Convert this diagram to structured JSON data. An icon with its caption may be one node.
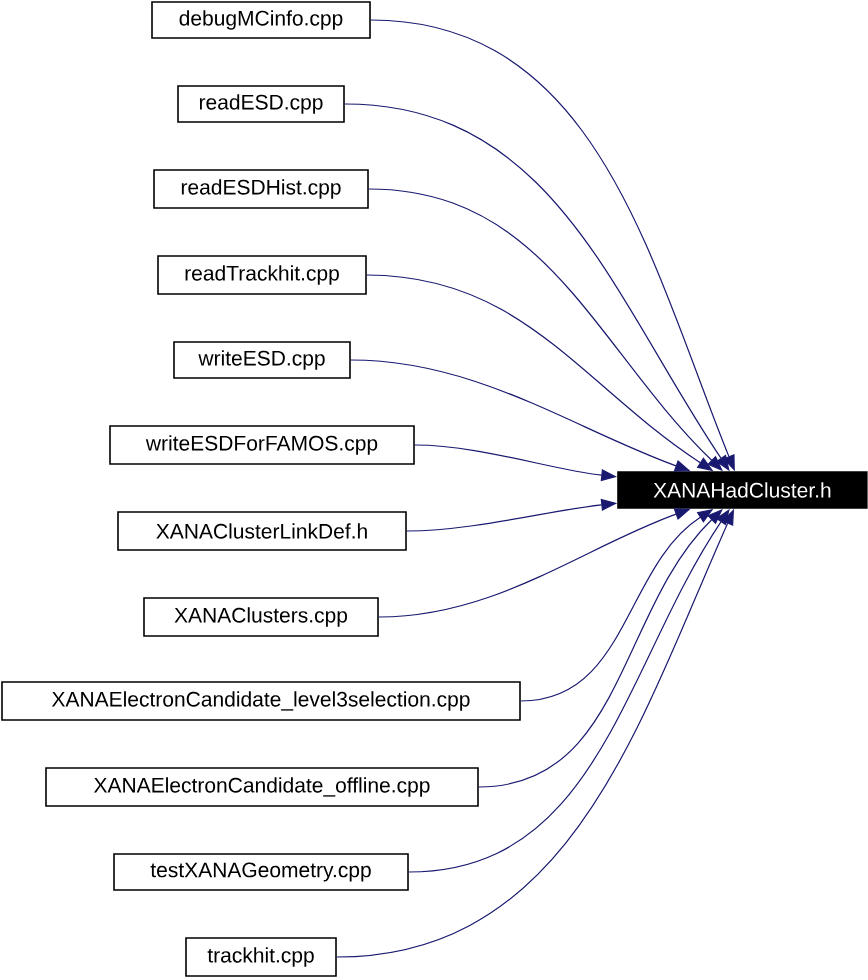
{
  "diagram": {
    "nodes": [
      {
        "text": [
          "debugMCinfo.cpp"
        ]
      },
      {
        "text": [
          "readESD.cpp"
        ]
      },
      {
        "text": [
          "readESDHist.cpp"
        ]
      },
      {
        "text": [
          "readTrackhit.cpp"
        ]
      },
      {
        "text": [
          "writeESD.cpp"
        ]
      },
      {
        "text": [
          "writeESDForFAMOS.cpp"
        ]
      },
      {
        "text": [
          "XANAClusterLinkDef.h"
        ]
      },
      {
        "text": [
          "XANAClusters.cpp"
        ]
      },
      {
        "text": [
          "XANAElectronCandidate_level3selection.cpp"
        ]
      },
      {
        "text": [
          "XANAElectronCandidate_offline.cpp"
        ]
      },
      {
        "text": [
          "testXANAGeometry.cpp"
        ]
      },
      {
        "text": [
          "trackhit.cpp"
        ]
      },
      {
        "text": [
          "XANAHadCluster.h"
        ]
      }
    ],
    "edges": [
      {
        "from": 0,
        "to": 12,
        "arrow": "to"
      },
      {
        "from": 1,
        "to": 12,
        "arrow": "to"
      },
      {
        "from": 2,
        "to": 12,
        "arrow": "to"
      },
      {
        "from": 3,
        "to": 12,
        "arrow": "to"
      },
      {
        "from": 4,
        "to": 12,
        "arrow": "to"
      },
      {
        "from": 5,
        "to": 12,
        "arrow": "to"
      },
      {
        "from": 6,
        "to": 12,
        "arrow": "to"
      },
      {
        "from": 7,
        "to": 12,
        "arrow": "to"
      },
      {
        "from": 8,
        "to": 12,
        "arrow": "to"
      },
      {
        "from": 9,
        "to": 12,
        "arrow": "to"
      },
      {
        "from": 10,
        "to": 12,
        "arrow": "to"
      },
      {
        "from": 11,
        "to": 12,
        "arrow": "to"
      }
    ]
  }
}
